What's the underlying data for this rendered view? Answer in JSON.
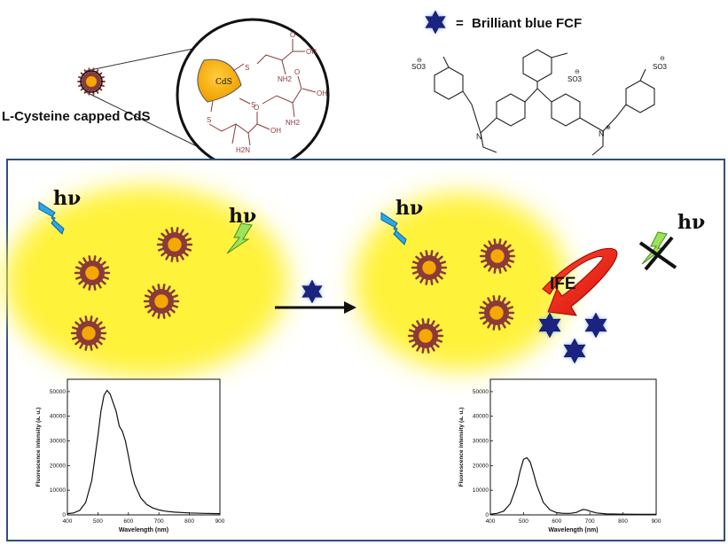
{
  "header": {
    "nanoparticle_label": "L-Cysteine capped CdS",
    "legend_equals": "=",
    "legend_name": "Brilliant blue FCF",
    "cds_core_label": "CdS"
  },
  "ligand_labels": {
    "s1": "S",
    "s2": "S",
    "s3": "S",
    "oh1": "OH",
    "oh2": "OH",
    "oh3": "OH",
    "o1": "O",
    "o2": "O",
    "o3": "O",
    "nh2_1": "NH2",
    "nh2_2": "NH2",
    "h2n": "H2N"
  },
  "dye_labels": {
    "so3_a": "SO3",
    "so3_b": "SO3",
    "so3_c": "SO3",
    "minus_a": "⊖",
    "minus_b": "⊖",
    "minus_c": "⊖",
    "n_left": "N",
    "n_right": "N",
    "plus": "⊕"
  },
  "scheme": {
    "hv_left_blue": "hν",
    "hv_left_green": "hν",
    "hv_right_blue": "hν",
    "hv_right_green": "hν",
    "ife_label": "IFE"
  },
  "colors": {
    "cds_core": "#f5a800",
    "nanoparticle_shell": "#8b3a3a",
    "dye_star": "#1c2280",
    "glow": "#fff23a",
    "arrow_red": "#e8231e",
    "panel_border": "#2f4f7f"
  },
  "chart_data": [
    {
      "type": "line",
      "title": "",
      "xlabel": "Wavelength (nm)",
      "ylabel": "Fluorescence intensity (a. u.)",
      "xlim": [
        400,
        900
      ],
      "ylim": [
        0,
        55000
      ],
      "x_ticks": [
        400,
        500,
        600,
        700,
        800,
        900
      ],
      "y_ticks": [
        0,
        10000,
        20000,
        30000,
        40000,
        50000
      ],
      "series": [
        {
          "x": [
            400,
            420,
            440,
            460,
            480,
            500,
            510,
            520,
            530,
            540,
            550,
            560,
            570,
            580,
            590,
            600,
            610,
            620,
            640,
            660,
            680,
            700,
            720,
            750,
            800,
            850,
            900
          ],
          "y": [
            500,
            800,
            1800,
            5000,
            14000,
            32000,
            42000,
            48500,
            50500,
            49000,
            45500,
            42000,
            36000,
            34000,
            30000,
            24000,
            17500,
            12500,
            7000,
            4200,
            2800,
            2000,
            1500,
            1100,
            800,
            600,
            500
          ]
        }
      ]
    },
    {
      "type": "line",
      "title": "",
      "xlabel": "Wavelength (nm)",
      "ylabel": "Fluorescence intensity (a. u.)",
      "xlim": [
        400,
        900
      ],
      "ylim": [
        0,
        55000
      ],
      "x_ticks": [
        400,
        500,
        600,
        700,
        800,
        900
      ],
      "y_ticks": [
        0,
        10000,
        20000,
        30000,
        40000,
        50000
      ],
      "series": [
        {
          "x": [
            400,
            420,
            440,
            460,
            480,
            490,
            500,
            510,
            520,
            530,
            540,
            560,
            580,
            600,
            620,
            640,
            660,
            670,
            680,
            690,
            700,
            720,
            750,
            800,
            850,
            900
          ],
          "y": [
            300,
            600,
            1500,
            4500,
            12000,
            18000,
            22500,
            23200,
            21500,
            17000,
            12000,
            5000,
            2000,
            900,
            600,
            600,
            1000,
            1700,
            2200,
            2000,
            1500,
            800,
            400,
            300,
            200,
            200
          ]
        }
      ]
    }
  ]
}
